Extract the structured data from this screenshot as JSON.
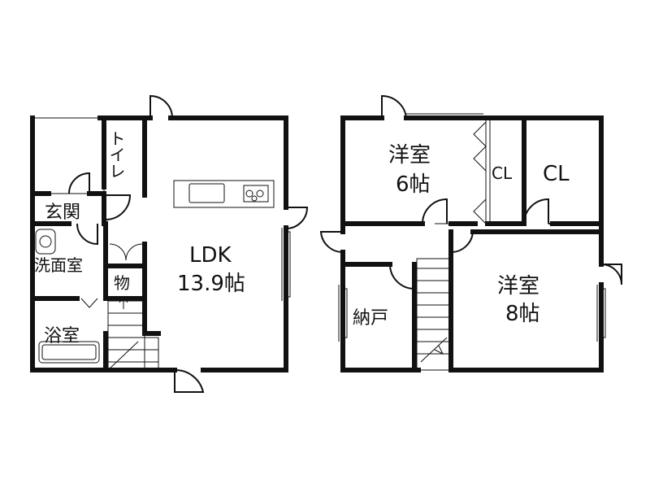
{
  "floor1": {
    "ldk_name": "LDK",
    "ldk_area": "13.9帖",
    "toilet": "トイレ",
    "entrance": "玄関",
    "washroom": "洗面室",
    "storage": "物",
    "bath": "浴室"
  },
  "floor2": {
    "western1_name": "洋室",
    "western1_area": "6帖",
    "closet1": "CL",
    "closet2": "CL",
    "western2_name": "洋室",
    "western2_area": "8帖",
    "storeroom": "納戸"
  }
}
